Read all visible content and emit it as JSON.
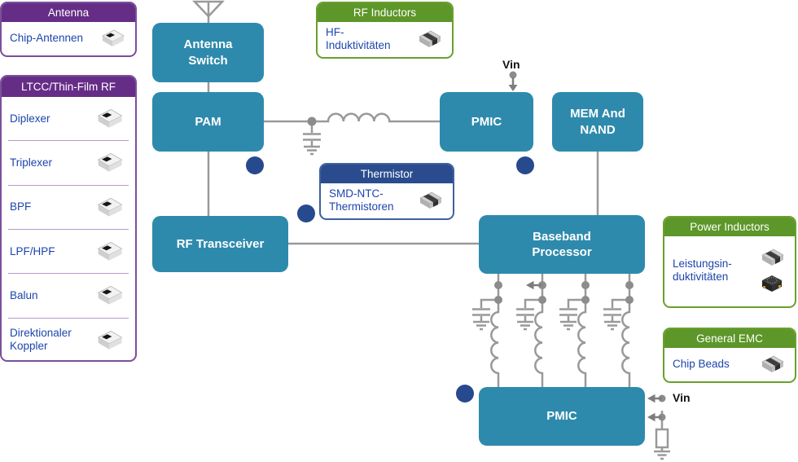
{
  "panels": {
    "antenna": {
      "title": "Antenna",
      "items": [
        {
          "label": "Chip-Antennen"
        }
      ]
    },
    "ltcc": {
      "title": "LTCC/Thin-Film RF",
      "items": [
        {
          "label": "Diplexer"
        },
        {
          "label": "Triplexer"
        },
        {
          "label": "BPF"
        },
        {
          "label": "LPF/HPF"
        },
        {
          "label": "Balun"
        },
        {
          "label": "Direktionaler Koppler"
        }
      ]
    }
  },
  "callouts": {
    "rf_inductors": {
      "title": "RF Inductors",
      "label": "HF-Induktivitäten"
    },
    "thermistor": {
      "title": "Thermistor",
      "label": "SMD-NTC-Thermistoren"
    },
    "power_inductors": {
      "title": "Power Inductors",
      "label": "Leistungsin-duktivitäten"
    },
    "general_emc": {
      "title": "General EMC",
      "label": "Chip Beads"
    }
  },
  "blocks": {
    "antenna_switch": {
      "label": "Antenna Switch"
    },
    "pam": {
      "label": "PAM"
    },
    "rf_transceiver": {
      "label": "RF Transceiver"
    },
    "pmic_top": {
      "label": "PMIC"
    },
    "mem_nand": {
      "label": "MEM And NAND"
    },
    "baseband": {
      "label": "Baseband Processor"
    },
    "pmic_bottom": {
      "label": "PMIC"
    }
  },
  "labels": {
    "vin_top": "Vin",
    "vin_bottom": "Vin"
  },
  "colors": {
    "block_teal": "#2e8aac",
    "header_purple": "#662d87",
    "header_green": "#5d9629",
    "header_navy": "#2a4c8e",
    "marker_navy": "#27498e",
    "wire_gray": "#999999",
    "link_blue": "#1c45ad"
  },
  "icons": [
    "chip-light-icon",
    "chip-bead-icon",
    "chip-cube-icon",
    "antenna-icon",
    "capacitor-icon",
    "inductor-coil-icon",
    "ground-icon",
    "resistor-icon"
  ]
}
